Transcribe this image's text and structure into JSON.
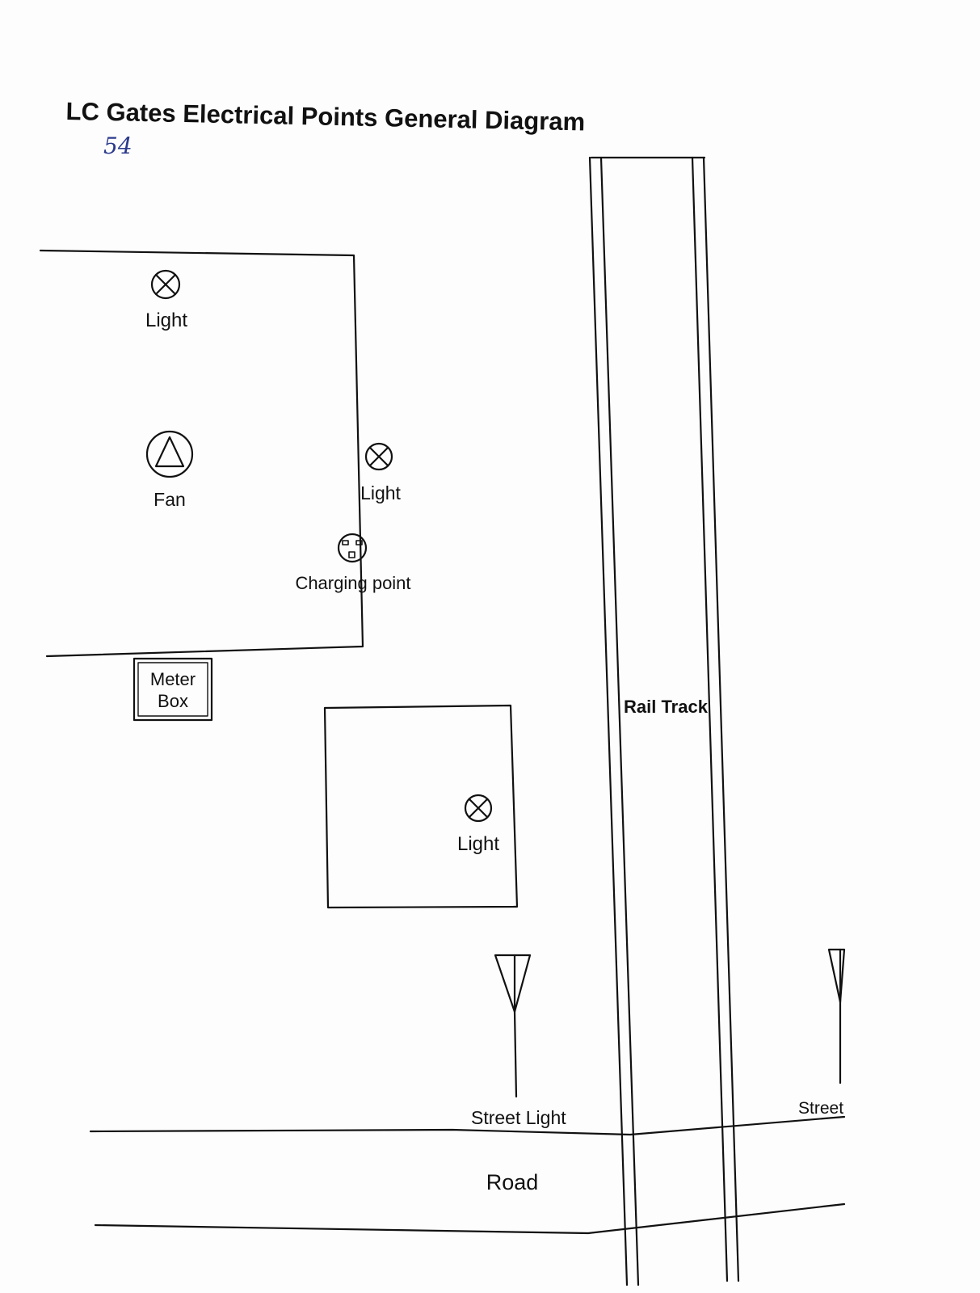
{
  "title": "LC Gates Electrical Points General Diagram",
  "handwritten_note": "54",
  "labels": {
    "light_room1": "Light",
    "fan": "Fan",
    "light_wall": "Light",
    "charging_point": "Charging point",
    "meter_box_line1": "Meter",
    "meter_box_line2": "Box",
    "light_room2": "Light",
    "rail_track": "Rail Track",
    "street_light_1": "Street Light",
    "street_light_2": "Street",
    "road": "Road"
  },
  "colors": {
    "ink": "#111111",
    "paper": "#fdfdfd",
    "handwriting": "#2a3a8c"
  }
}
